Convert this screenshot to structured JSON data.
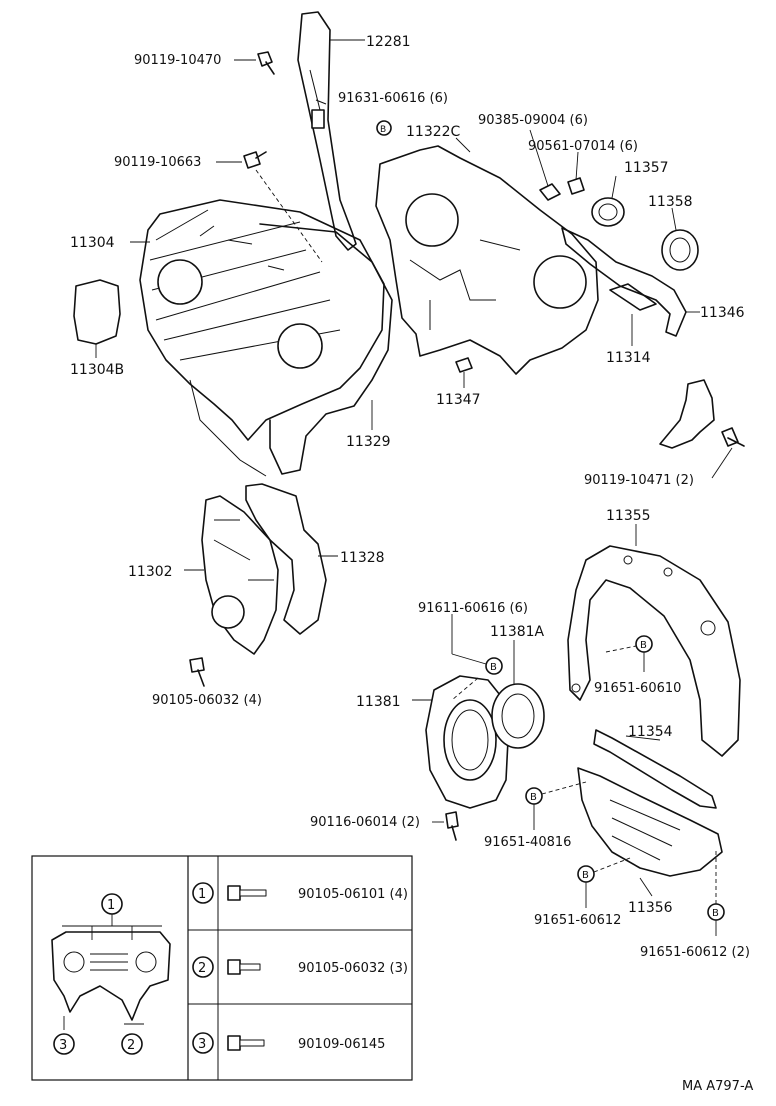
{
  "labels": {
    "p12281": "12281",
    "p90119_10470": "90119-10470",
    "p91631_60616": "91631-60616 (6)",
    "p11322C": "11322C",
    "p90385_09004": "90385-09004 (6)",
    "p90561_07014": "90561-07014 (6)",
    "p11357": "11357",
    "p90119_10663": "90119-10663",
    "p11358": "11358",
    "p11304": "11304",
    "p11346": "11346",
    "p11304B": "11304B",
    "p11314": "11314",
    "p11347": "11347",
    "p11329": "11329",
    "p90119_10471": "90119-10471 (2)",
    "p11355": "11355",
    "p11302": "11302",
    "p11328": "11328",
    "p91611_60616": "91611-60616 (6)",
    "p11381A": "11381A",
    "p91651_60610": "91651-60610",
    "p90105_06032_4": "90105-06032 (4)",
    "p11381": "11381",
    "p11354": "11354",
    "p90116_06014": "90116-06014 (2)",
    "p91651_40816": "91651-40816",
    "p11356": "11356",
    "p91651_60612": "91651-60612",
    "p91651_60612_2": "91651-60612 (2)",
    "drawing_code": "MA A797-A"
  },
  "callout_marker": "B",
  "legend": {
    "items": [
      {
        "num": "1",
        "part": "90105-06101 (4)"
      },
      {
        "num": "2",
        "part": "90105-06032 (3)"
      },
      {
        "num": "3",
        "part": "90109-06145"
      }
    ]
  }
}
